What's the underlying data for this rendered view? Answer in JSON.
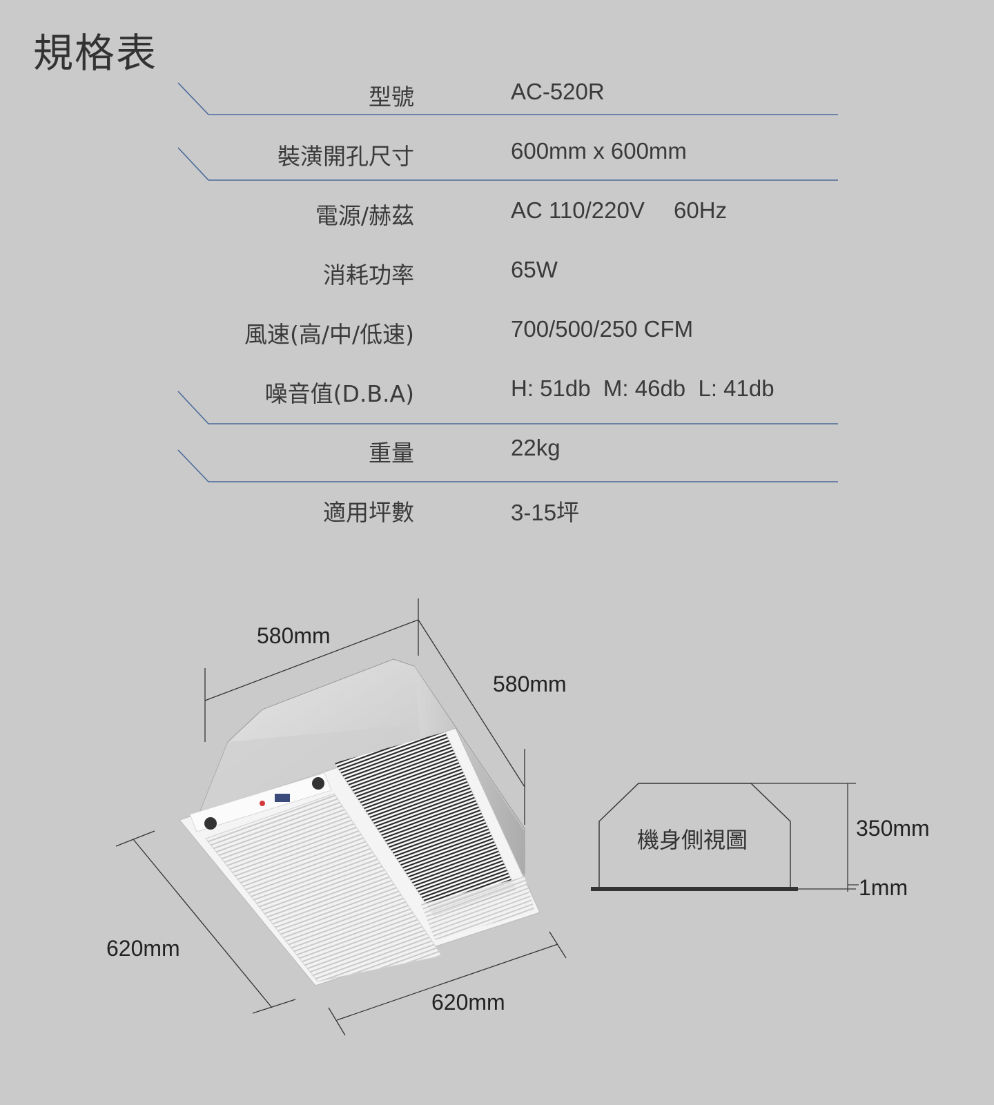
{
  "page": {
    "title": "規格表",
    "accent_color": "#4a6a9a",
    "background_color": "#cacaca"
  },
  "specs": [
    {
      "label": "型號",
      "value": "AC-520R"
    },
    {
      "label": "裝潢開孔尺寸",
      "value": "600mm x 600mm"
    },
    {
      "label": "電源/赫茲",
      "value": "AC 110/220V  60Hz"
    },
    {
      "label": "消耗功率",
      "value": "65W"
    },
    {
      "label": "風速(高/中/低速)",
      "value": "700/500/250 CFM"
    },
    {
      "label": "噪音值(D.B.A)",
      "value": "H: 51db  M: 46db  L: 41db"
    },
    {
      "label": "重量",
      "value": "22kg"
    },
    {
      "label": "適用坪數",
      "value": "3-15坪"
    }
  ],
  "diagram": {
    "top_width": "580mm",
    "top_depth": "580mm",
    "bottom_left": "620mm",
    "bottom_front": "620mm",
    "side_view_label": "機身側視圖",
    "side_height": "350mm",
    "side_panel": "1mm"
  }
}
